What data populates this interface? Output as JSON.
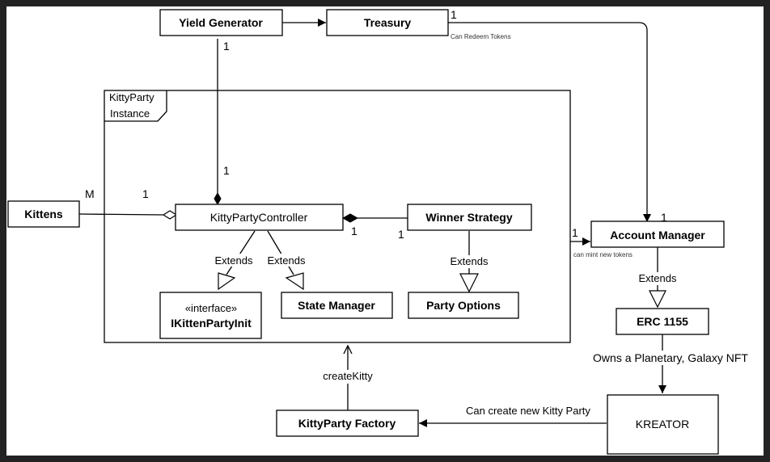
{
  "nodes": {
    "yield_generator": "Yield Generator",
    "treasury": "Treasury",
    "kittens": "Kittens",
    "kitty_party_controller": "KittyPartyController",
    "winner_strategy": "Winner Strategy",
    "account_manager": "Account Manager",
    "interface_stereotype": "«interface»",
    "ikitten_party_init": "IKittenPartyInit",
    "state_manager": "State Manager",
    "party_options": "Party Options",
    "erc1155": "ERC 1155",
    "kitty_party_factory": "KittyParty Factory",
    "kreator": "KREATOR"
  },
  "frame": {
    "label_line1": "KittyParty",
    "label_line2": "Instance"
  },
  "labels": {
    "can_redeem_tokens": "Can Redeem Tokens",
    "can_mint_new_tokens": "can mint new tokens",
    "extends_ikitten": "Extends",
    "extends_state": "Extends",
    "extends_party_options": "Extends",
    "extends_erc1155": "Extends",
    "create_kitty": "createKitty",
    "owns_nft": "Owns a Planetary, Galaxy NFT",
    "can_create_party": "Can create new Kitty Party"
  },
  "multiplicities": {
    "treasury_out": "1",
    "yield_down": "1",
    "controller_top": "1",
    "kittens_m": "M",
    "kittens_1": "1",
    "controller_right": "1",
    "winner_left": "1",
    "frame_to_account": "1",
    "account_top": "1"
  }
}
